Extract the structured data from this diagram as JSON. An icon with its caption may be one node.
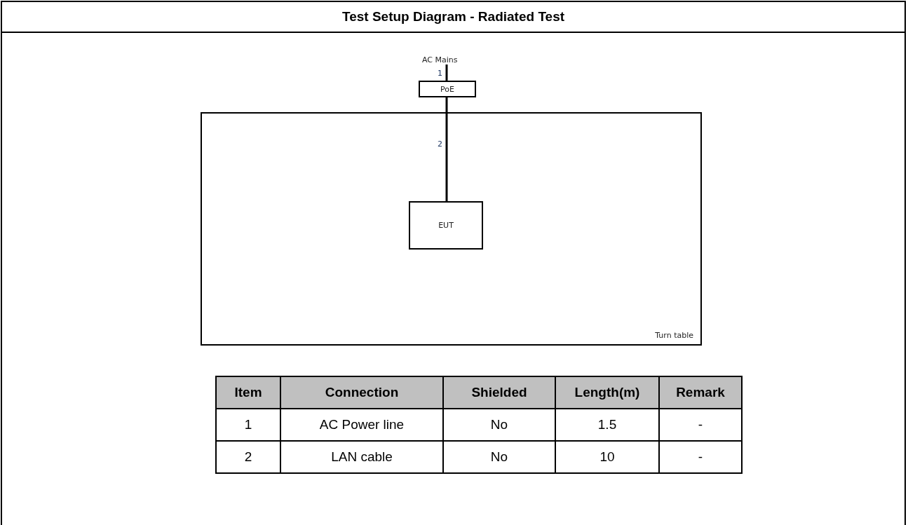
{
  "diagram": {
    "title": "Test Setup Diagram - Radiated Test",
    "nodes": [
      {
        "text": [
          "AC Mains"
        ]
      },
      {
        "text": [
          "PoE"
        ]
      },
      {
        "text": [
          "Turn table"
        ]
      },
      {
        "text": [
          "EUT"
        ],
        "in": 2
      }
    ],
    "edges": [
      {
        "from": 0,
        "to": 1,
        "arrow": "none",
        "label": "1"
      },
      {
        "from": 1,
        "to": 3,
        "arrow": "none",
        "label": "2"
      }
    ],
    "labels": [
      "Item",
      "Connection",
      "Shielded",
      "Length(m)",
      "Remark",
      "1",
      "AC Power line",
      "No",
      "1.5",
      "-",
      "2",
      "LAN cable",
      "No",
      "10",
      "-"
    ]
  }
}
